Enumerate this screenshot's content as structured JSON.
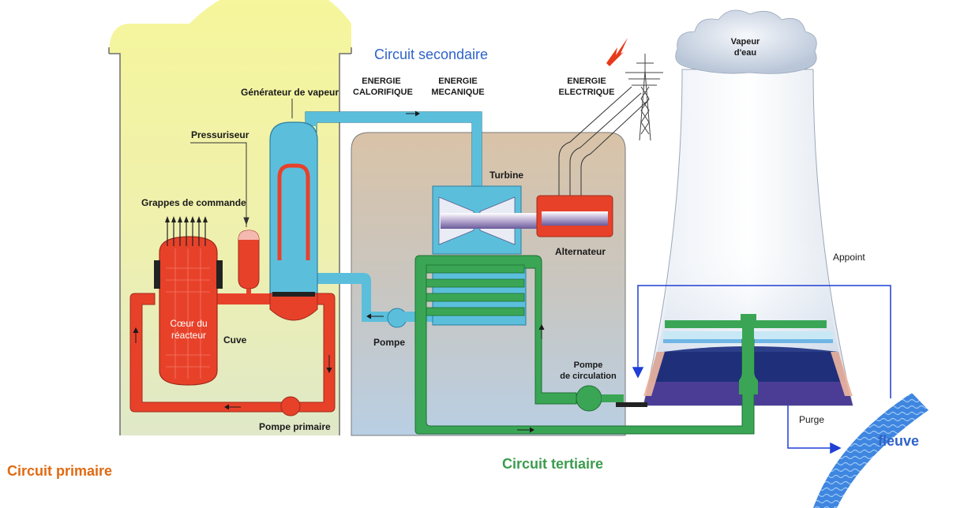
{
  "diagram": {
    "section_titles": {
      "primary": "Circuit primaire",
      "secondary": "Circuit secondaire",
      "tertiary": "Circuit tertiaire"
    },
    "energy_labels": {
      "calorific_1": "ENERGIE",
      "calorific_2": "CALORIFIQUE",
      "mechanical_1": "ENERGIE",
      "mechanical_2": "MECANIQUE",
      "electric_1": "ENERGIE",
      "electric_2": "ELECTRIQUE"
    },
    "components": {
      "steam_generator": "Générateur de vapeur",
      "pressurizer": "Pressuriseur",
      "control_rods": "Grappes de commande",
      "core_1": "Cœur du",
      "core_2": "réacteur",
      "vessel": "Cuve",
      "primary_pump": "Pompe primaire",
      "pump": "Pompe",
      "turbine": "Turbine",
      "alternator": "Alternateur",
      "circulation_pump_1": "Pompe",
      "circulation_pump_2": "de circulation",
      "steam_1": "Vapeur",
      "steam_2": "d'eau",
      "makeup": "Appoint",
      "purge": "Purge",
      "river": "fleuve"
    },
    "colors": {
      "primary_loop": "#e8412a",
      "secondary_loop": "#5bbfdc",
      "tertiary_loop": "#3aa655",
      "arrow_blue": "#1f3fd6",
      "reactor_building": "#f3f3a0",
      "machine_hall": "#cfc1ad"
    }
  }
}
